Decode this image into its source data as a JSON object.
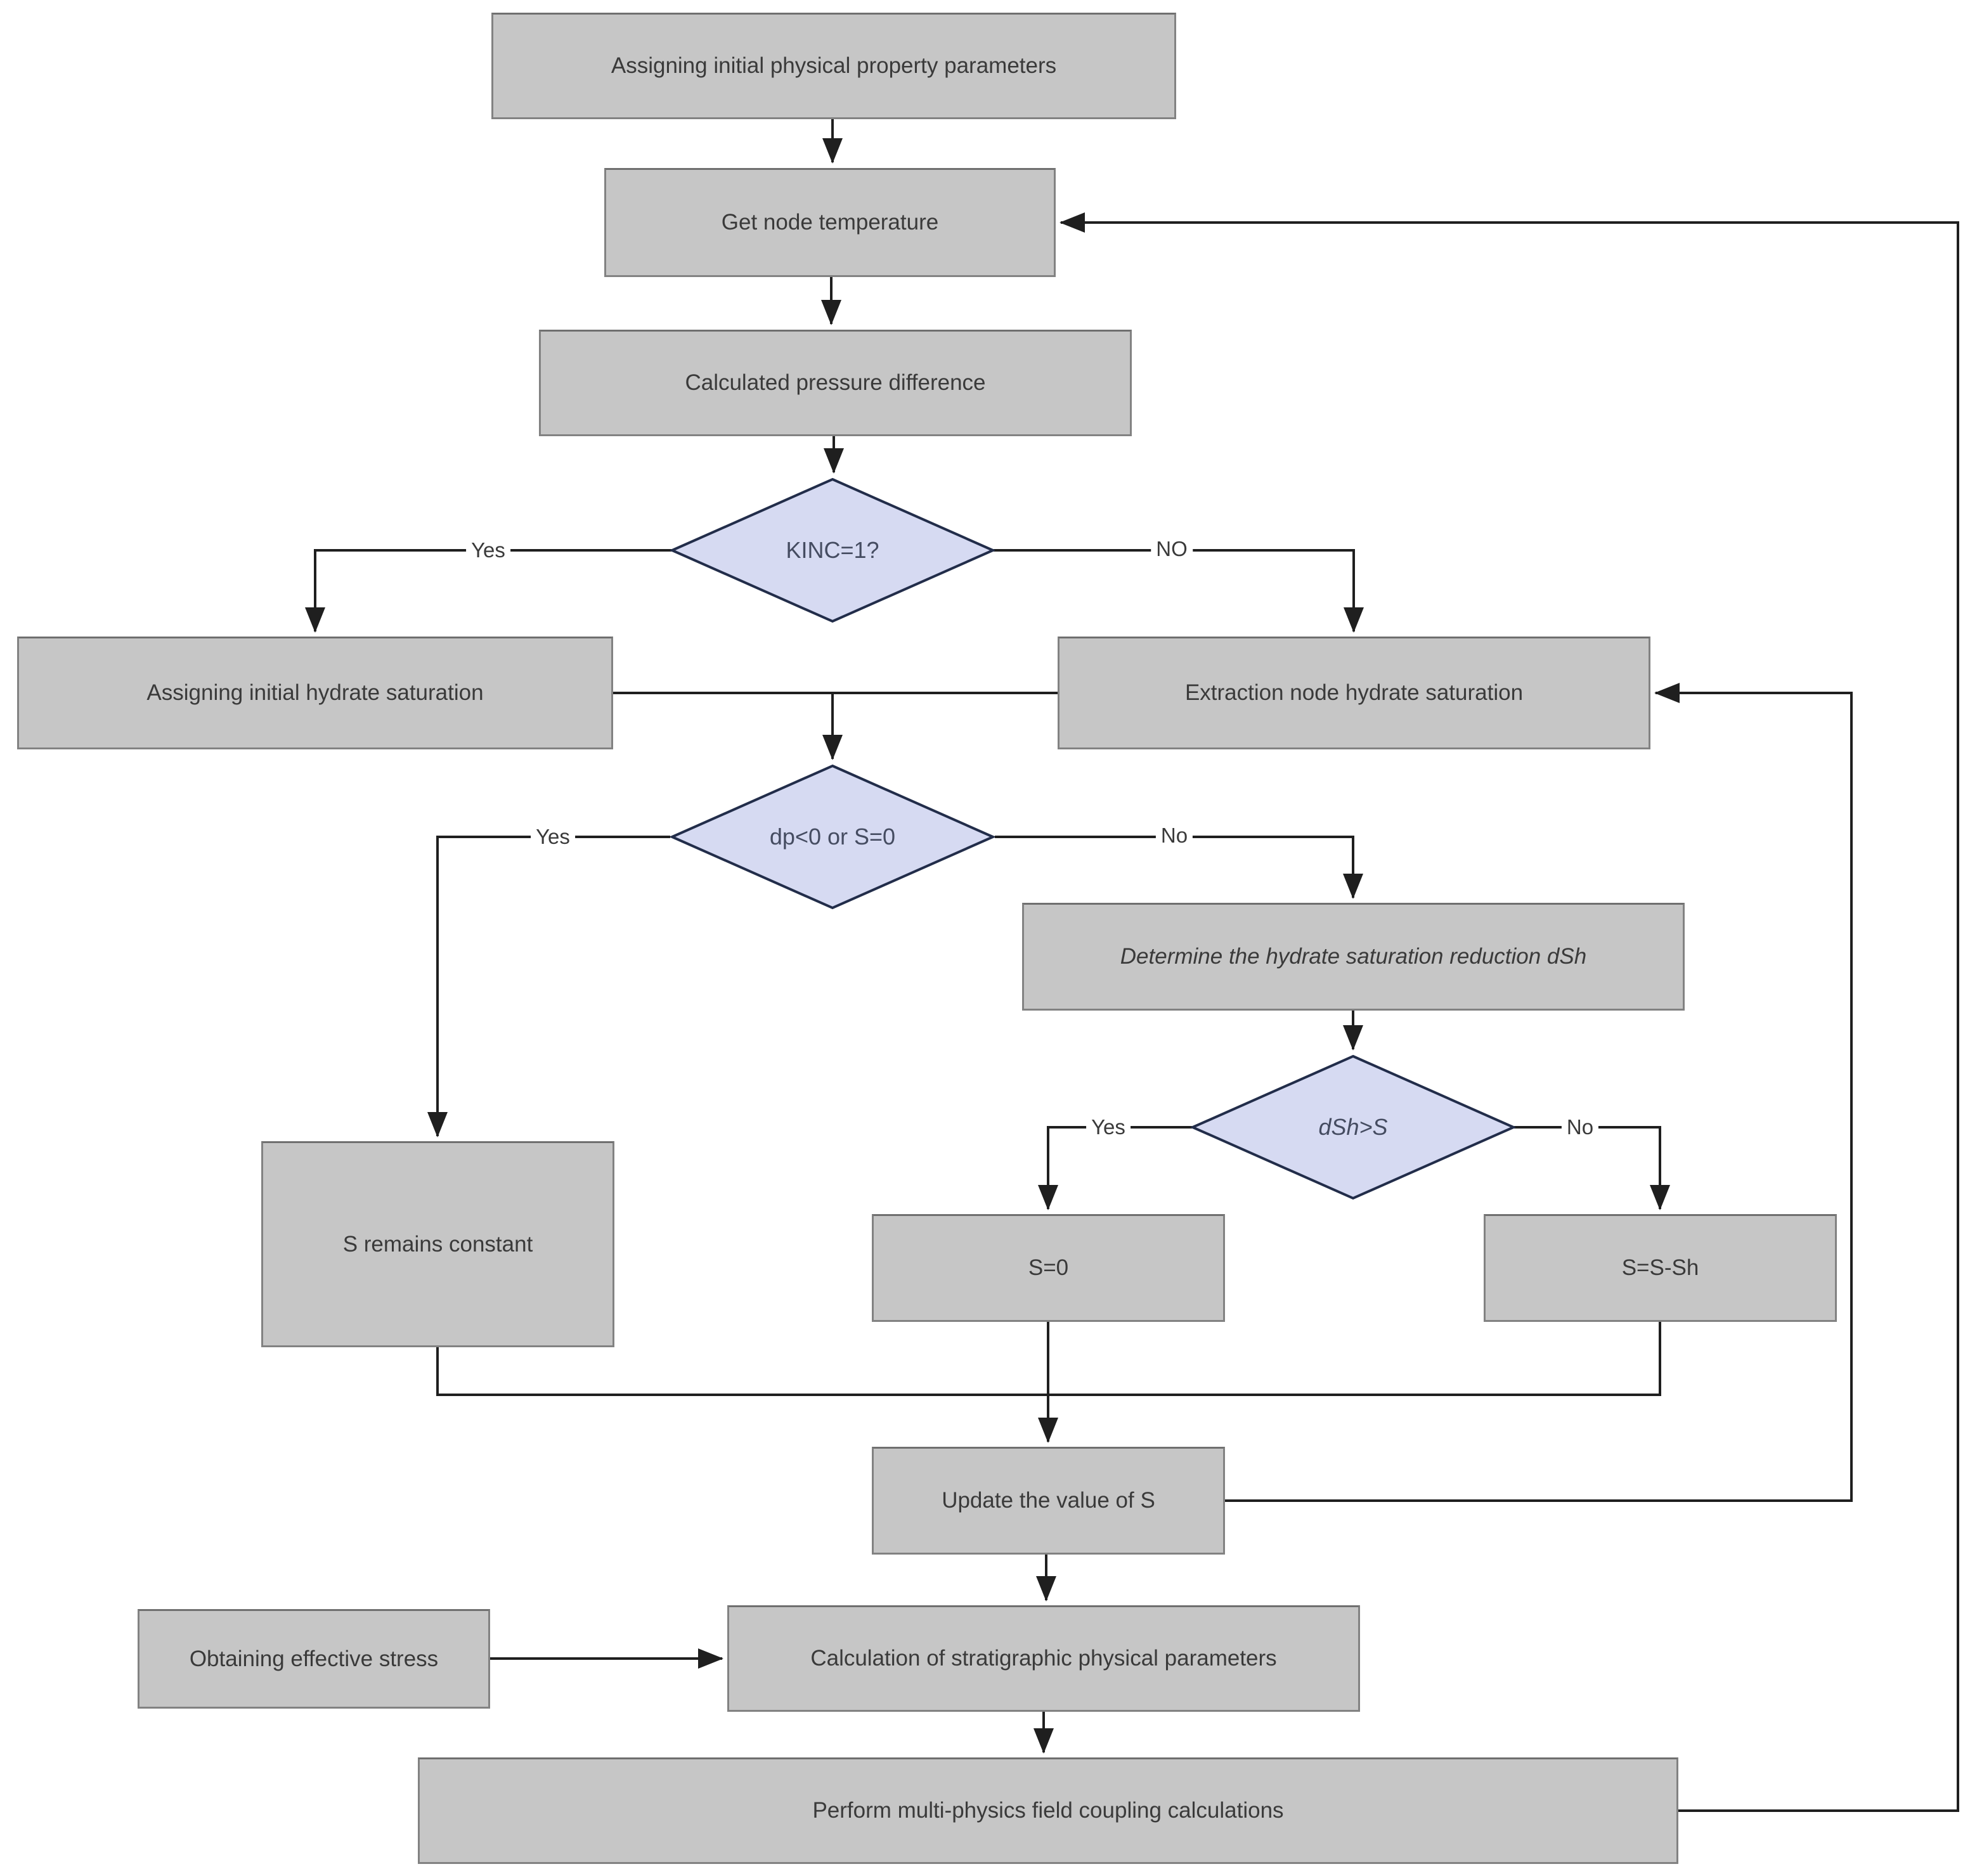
{
  "diagram": {
    "type": "flowchart",
    "colors": {
      "box_fill": "#c6c6c6",
      "box_border": "#828282",
      "diamond_fill": "#d6daf2",
      "diamond_border": "#222d4a",
      "line": "#1f1f1f",
      "text": "#3a3a3a",
      "decision_text": "#454c61"
    },
    "nodes": {
      "initial_params": {
        "type": "process",
        "label": "Assigning initial physical property parameters"
      },
      "get_node_temp": {
        "type": "process",
        "label": "Get node temperature"
      },
      "calc_pressure_diff": {
        "type": "process",
        "label": "Calculated pressure difference"
      },
      "kinc_decision": {
        "type": "decision",
        "label": "KINC=1?"
      },
      "assign_initial_hydrate": {
        "type": "process",
        "label": "Assigning initial hydrate saturation"
      },
      "extract_node_hydrate": {
        "type": "process",
        "label": "Extraction node hydrate saturation"
      },
      "dp_decision": {
        "type": "decision",
        "label": "dp<0 or S=0"
      },
      "determine_dsh": {
        "type": "process",
        "label": "Determine the hydrate saturation reduction dSh",
        "italic": true
      },
      "dsh_decision": {
        "type": "decision",
        "label": "dSh>S",
        "italic": true
      },
      "s_remains": {
        "type": "process",
        "label": "S remains constant"
      },
      "s_zero": {
        "type": "process",
        "label": "S=0"
      },
      "s_minus": {
        "type": "process",
        "label": "S=S-Sh"
      },
      "update_s": {
        "type": "process",
        "label": "Update the value of S"
      },
      "effective_stress": {
        "type": "process",
        "label": "Obtaining effective stress"
      },
      "calc_strat": {
        "type": "process",
        "label": "Calculation of stratigraphic physical parameters"
      },
      "perform_coupling": {
        "type": "process",
        "label": "Perform multi-physics field coupling calculations"
      }
    },
    "edge_labels": {
      "kinc_yes": "Yes",
      "kinc_no": "NO",
      "dp_yes": "Yes",
      "dp_no": "No",
      "dsh_yes": "Yes",
      "dsh_no": "No"
    }
  }
}
